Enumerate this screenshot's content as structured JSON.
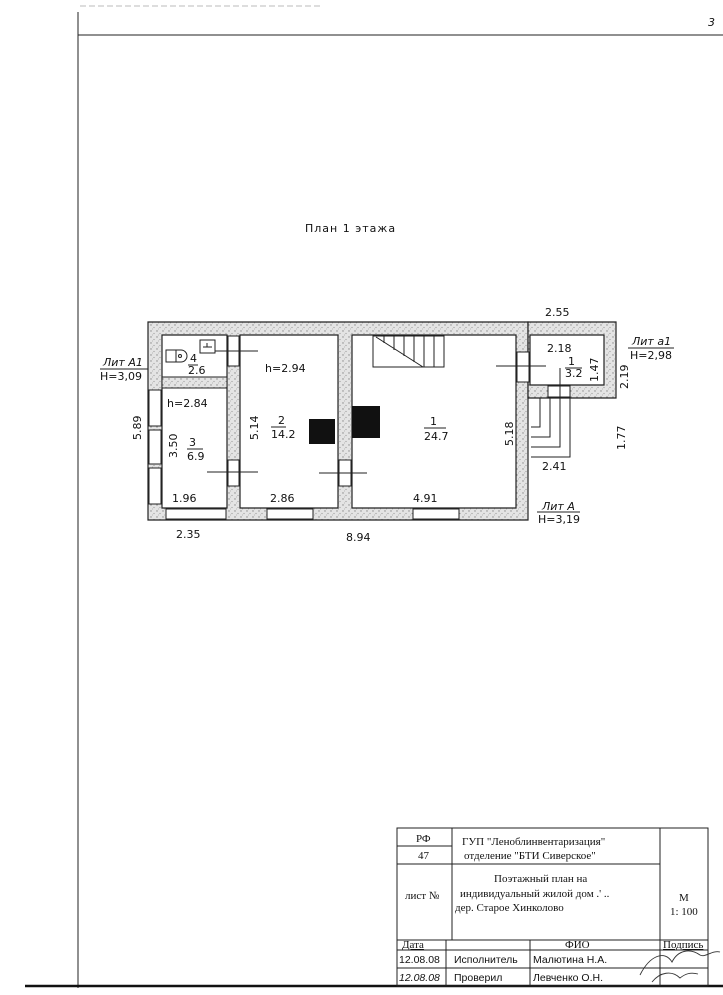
{
  "page_number": "3",
  "plan_title": "План 1 этажа",
  "buildings": [
    {
      "label": "Лит A1",
      "height": "H=3,09"
    },
    {
      "label": "Лит a1",
      "height": "H=2,98"
    },
    {
      "label": "Лит A",
      "height": "H=3,19"
    }
  ],
  "rooms": [
    {
      "number": "4",
      "area": "2.6"
    },
    {
      "number": "3",
      "area": "6.9",
      "ceiling": "h=2.84"
    },
    {
      "number": "2",
      "area": "14.2",
      "ceiling": "h=2.94"
    },
    {
      "number": "1",
      "area": "24.7"
    },
    {
      "number": "1",
      "area": "3.2"
    }
  ],
  "dimensions": {
    "d_5_89": "5.89",
    "d_3_50": "3.50",
    "d_1_96": "1.96",
    "d_2_35": "2.35",
    "d_5_14": "5.14",
    "d_2_86": "2.86",
    "d_8_94": "8.94",
    "d_4_91": "4.91",
    "d_5_18": "5.18",
    "d_2_55": "2.55",
    "d_2_18": "2.18",
    "d_1_47": "1.47",
    "d_2_19": "2.19",
    "d_1_77": "1.77",
    "d_2_41": "2.41"
  },
  "title_block": {
    "rf": "РФ",
    "region": "47",
    "org_line1": "ГУП \"Леноблинвентаризация\"",
    "org_line2": "отделение \"БТИ Сиверское\"",
    "sheet_label": "лист №",
    "doc_line1": "Поэтажный план на",
    "doc_line2": "индивидуальный жилой дом .'   ..",
    "doc_line3": "дер. Старое Хинколово",
    "scale_label": "М",
    "scale": "1: 100",
    "col_date": "Дата",
    "col_fio": "ФИО",
    "col_sign": "Подпись",
    "rows": [
      {
        "date": "12.08.08",
        "role": "Исполнитель",
        "name": "Малютина Н.А."
      },
      {
        "date": "12.08.08",
        "role": "Проверил",
        "name": "Левченко О.Н."
      }
    ]
  }
}
